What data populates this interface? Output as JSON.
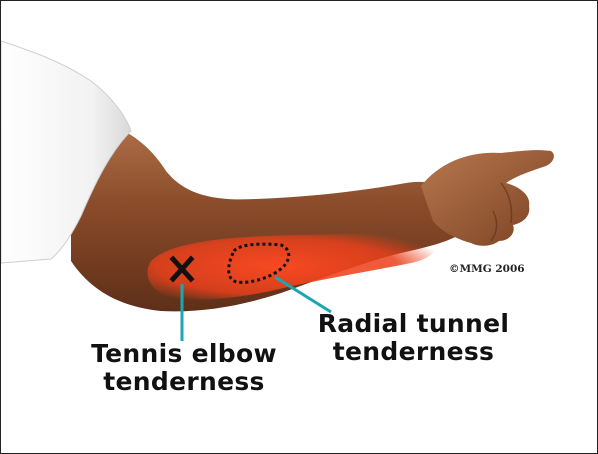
{
  "illustration": {
    "subject": "forearm-elbow-anatomy",
    "copyright": "©MMG 2006",
    "colors": {
      "skin": "#8a4b2a",
      "skin_light": "#b0714a",
      "skin_dark": "#5e2f18",
      "inflammation": "#e8401c",
      "sleeve": "#f4f4f4",
      "marker": "#111111",
      "leader_line": "#1aa7b4"
    }
  },
  "callouts": {
    "tennis_elbow": {
      "line1": "Tennis elbow",
      "line2": "tenderness",
      "marker_icon": "x-mark-icon"
    },
    "radial_tunnel": {
      "line1": "Radial tunnel",
      "line2": "tenderness",
      "marker_icon": "dashed-outline"
    }
  }
}
